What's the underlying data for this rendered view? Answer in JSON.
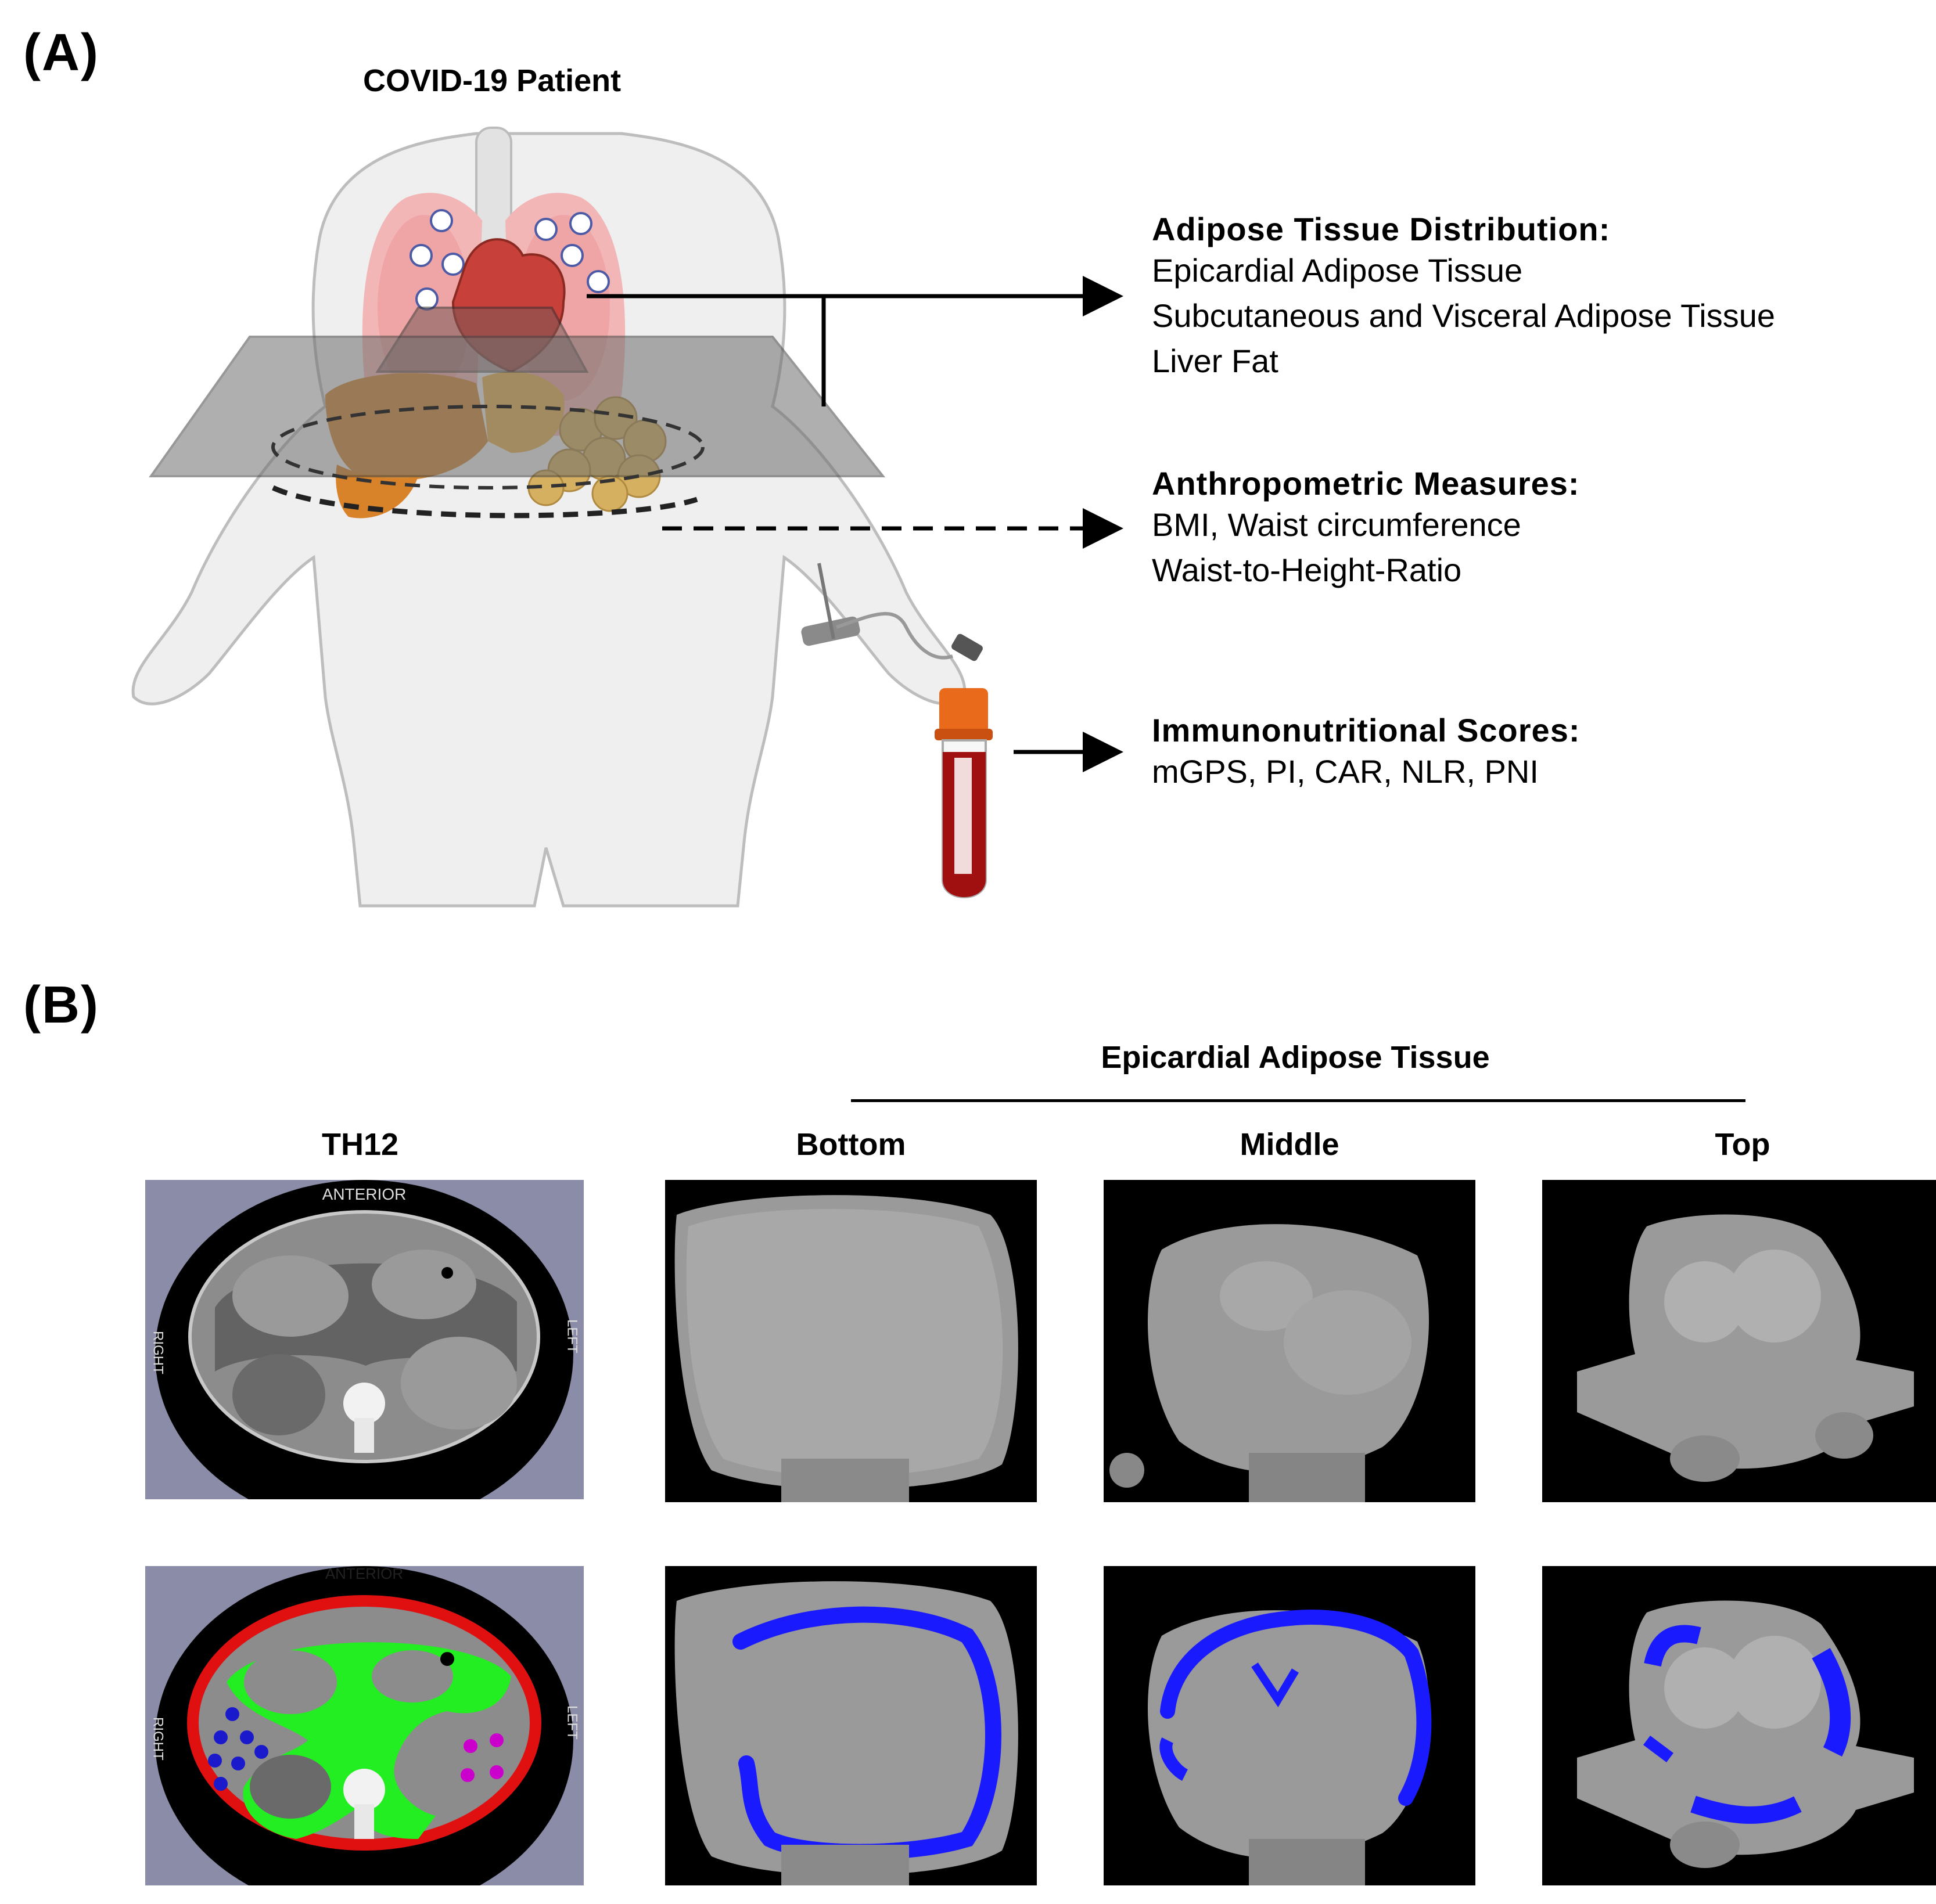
{
  "panel_a": {
    "label": "(A)",
    "patient_title": "COVID-19 Patient",
    "groups": [
      {
        "heading": "Adipose Tissue Distribution:",
        "lines": [
          "Epicardial Adipose Tissue",
          "Subcutaneous and Visceral Adipose Tissue",
          "Liver Fat"
        ]
      },
      {
        "heading": "Anthropometric Measures:",
        "lines": [
          "BMI, Waist circumference",
          "Waist-to-Height-Ratio"
        ]
      },
      {
        "heading": "Immunonutritional Scores:",
        "lines": [
          "mGPS, PI, CAR, NLR, PNI"
        ]
      }
    ]
  },
  "panel_b": {
    "label": "(B)",
    "eat_header": "Epicardial Adipose Tissue",
    "columns": [
      "TH12",
      "Bottom",
      "Middle",
      "Top"
    ],
    "ct_labels": {
      "anterior": "ANTERIOR",
      "right": "RIGHT",
      "left": "LEFT"
    }
  },
  "colors": {
    "eat_segmentation": "#1a1aff",
    "subcutaneous": "#e01010",
    "visceral": "#22ee22",
    "marker_blue": "#1a1acc",
    "marker_magenta": "#cc00cc",
    "ct_background": "#8a8ca8",
    "blood": "#a01010",
    "tube_cap": "#e86a1a"
  }
}
